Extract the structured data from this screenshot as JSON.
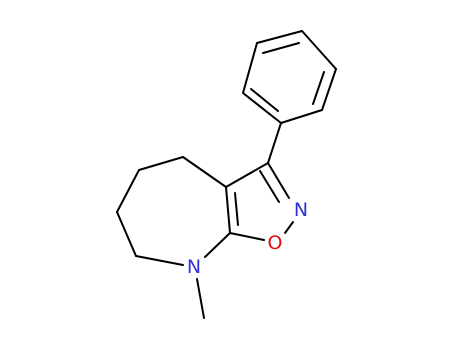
{
  "molecule": {
    "atoms": {
      "nitrogen_ring_label": "N",
      "oxygen_label": "O",
      "nitrogen_amine_label": "N"
    },
    "colors": {
      "bond": "#000000",
      "nitrogen": "#3030d8",
      "oxygen": "#e01010"
    }
  }
}
